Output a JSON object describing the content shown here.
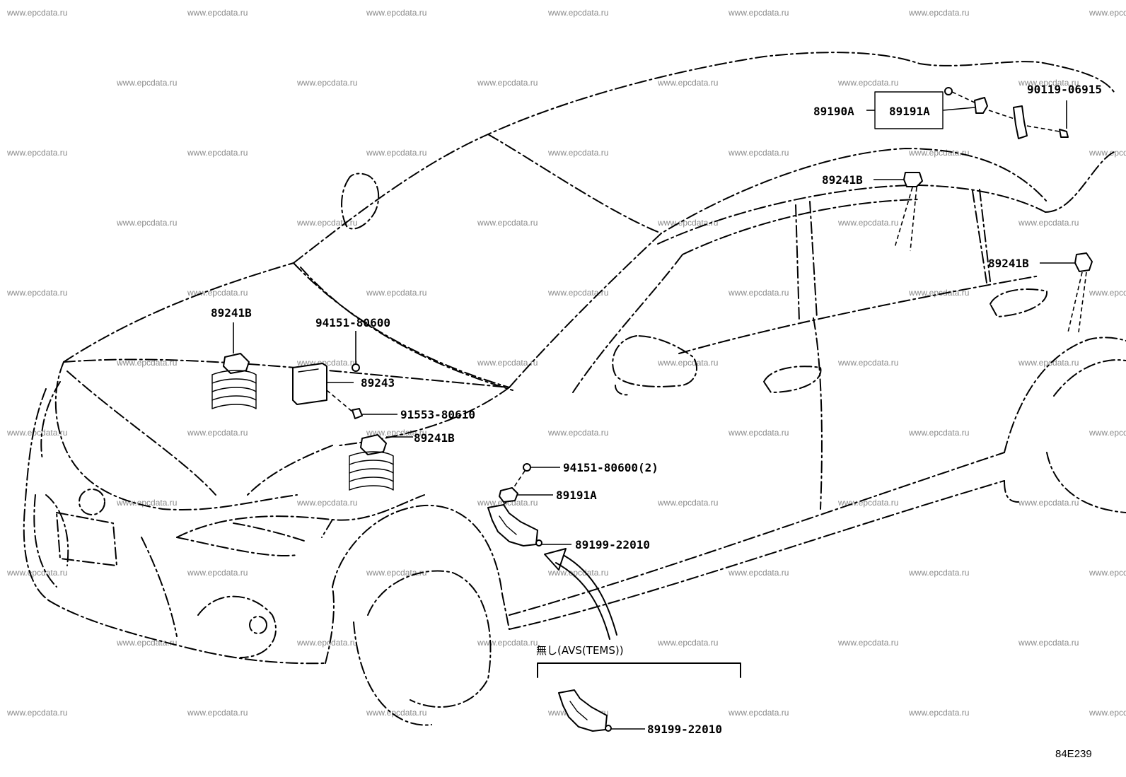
{
  "watermark": "www.epcdata.ru",
  "diagram_code": "84E239",
  "variant_note": "無し(AVS(TEMS))",
  "labels": {
    "p90119_06915": "90119-06915",
    "p89190A": "89190A",
    "p89191A_top": "89191A",
    "p89241B_roof": "89241B",
    "p89241B_rear": "89241B",
    "p89241B_left": "89241B",
    "p94151_80600": "94151-80600",
    "p89243": "89243",
    "p91553_80610": "91553-80610",
    "p89241B_center": "89241B",
    "p94151_80600_2": "94151-80600(2)",
    "p89191A_mid": "89191A",
    "p89199_22010_mid": "89199-22010",
    "p89199_22010_bottom": "89199-22010"
  }
}
